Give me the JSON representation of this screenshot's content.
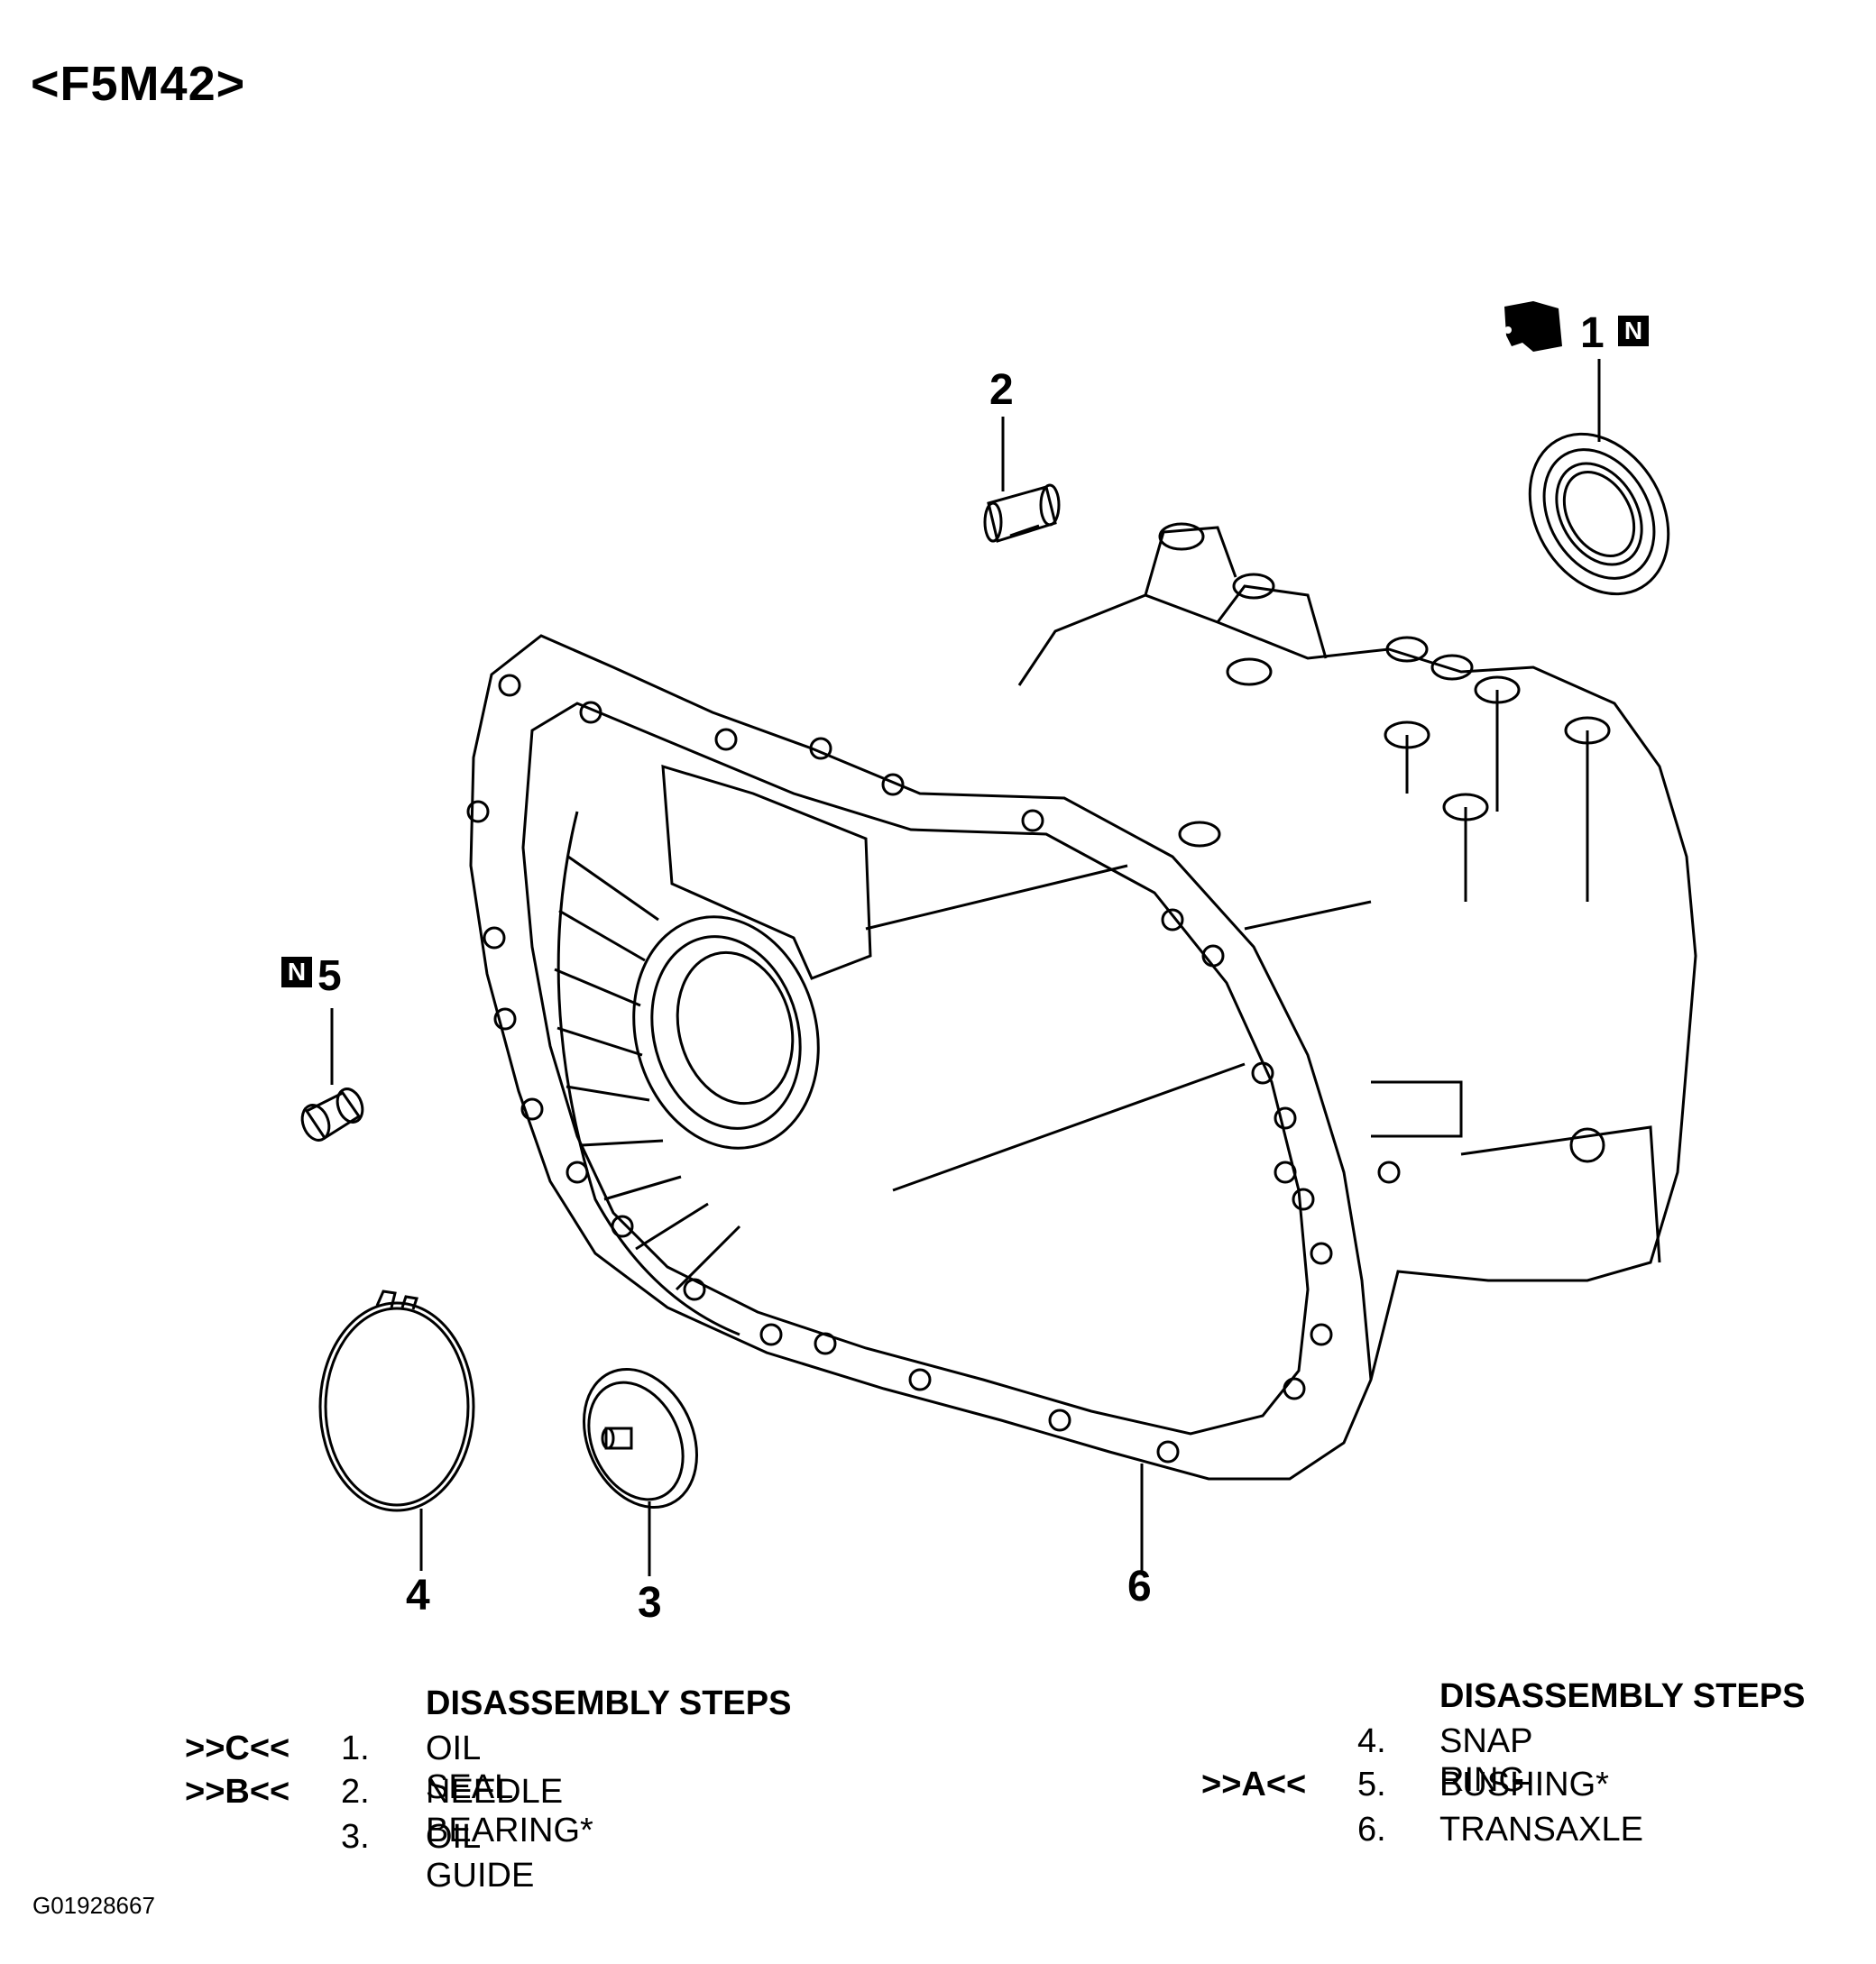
{
  "title": "<F5M42>",
  "callouts": {
    "c1": "1",
    "c2": "2",
    "c3": "3",
    "c4": "4",
    "c5": "5",
    "c6": "6",
    "new_part_badge": "N"
  },
  "steps_left": {
    "header": "DISASSEMBLY STEPS",
    "rows": [
      {
        "mark": ">>C<<",
        "num": "1.",
        "name": "OIL SEAL"
      },
      {
        "mark": ">>B<<",
        "num": "2.",
        "name": "NEEDLE BEARING*"
      },
      {
        "mark": "",
        "num": "3.",
        "name": "OIL GUIDE"
      }
    ]
  },
  "steps_right": {
    "header": "DISASSEMBLY STEPS",
    "rows": [
      {
        "mark": "",
        "num": "4.",
        "name": "SNAP RING"
      },
      {
        "mark": ">>A<<",
        "num": "5.",
        "name": "BUSHING*"
      },
      {
        "mark": "",
        "num": "6.",
        "name": "TRANSAXLE"
      }
    ]
  },
  "figure_code": "G01928667"
}
